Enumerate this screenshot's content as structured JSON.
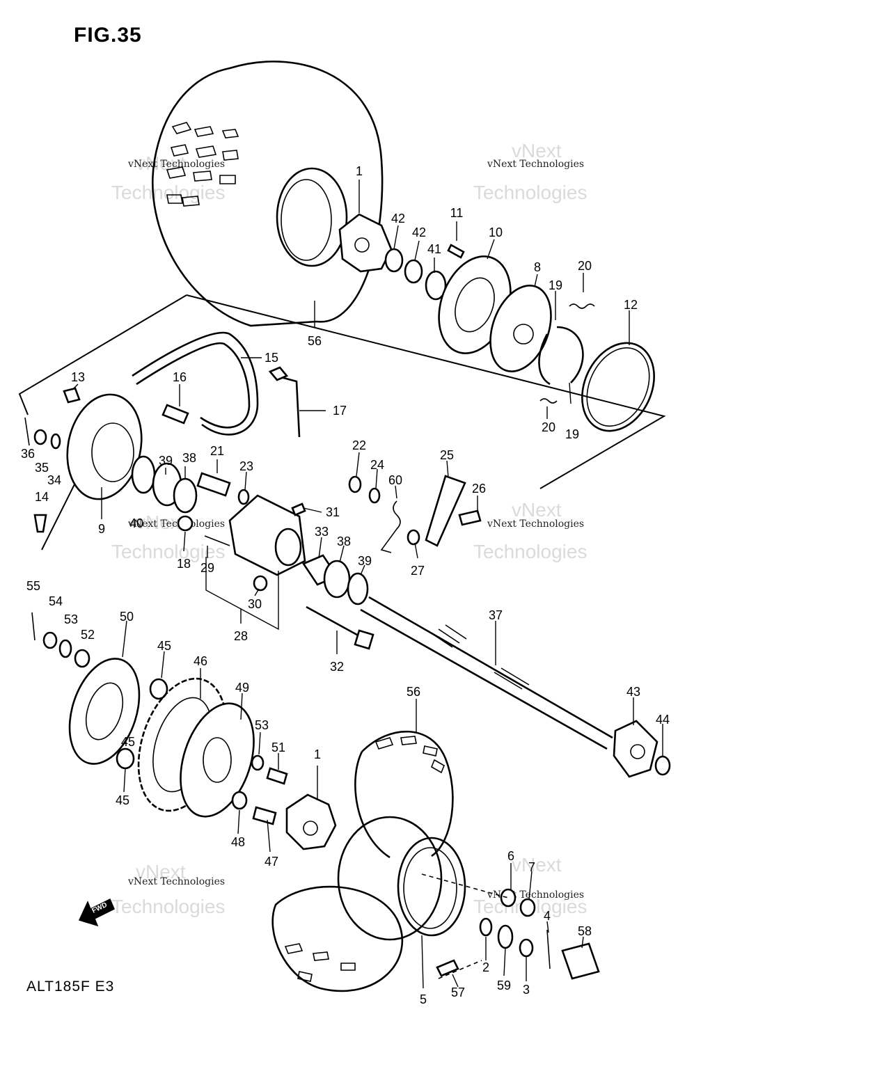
{
  "figure": {
    "title": "FIG.35",
    "model_code": "ALT185F E3"
  },
  "watermark": {
    "text": "vNext Technologies",
    "big_top": "vNext",
    "big_bottom": "Technologies"
  },
  "arrow": {
    "label": "FWD"
  },
  "callouts": [
    "1",
    "42",
    "42",
    "41",
    "11",
    "10",
    "8",
    "20",
    "19",
    "12",
    "56",
    "15",
    "13",
    "16",
    "17",
    "19",
    "20",
    "36",
    "35",
    "34",
    "14",
    "9",
    "40",
    "39",
    "38",
    "21",
    "23",
    "22",
    "24",
    "60",
    "25",
    "26",
    "31",
    "18",
    "29",
    "33",
    "38",
    "39",
    "27",
    "30",
    "28",
    "32",
    "37",
    "55",
    "54",
    "53",
    "52",
    "50",
    "45",
    "46",
    "49",
    "53",
    "51",
    "45",
    "45",
    "48",
    "47",
    "1",
    "56",
    "43",
    "44",
    "6",
    "7",
    "4",
    "58",
    "2",
    "59",
    "3",
    "57",
    "5"
  ]
}
